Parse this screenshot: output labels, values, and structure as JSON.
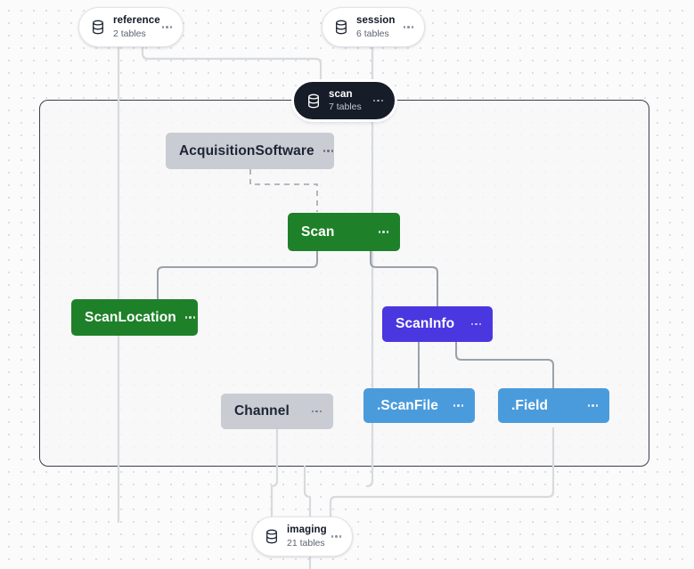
{
  "canvas": {
    "background_color": "#fbfbfb",
    "grid": "dot-grid",
    "group_border_color": "#3a3f4b"
  },
  "palette": {
    "green": "#1e8129",
    "indigo": "#4a37e0",
    "blue": "#4a9bdb",
    "grey": "#c9ccd3",
    "selected_dark": "#161c28",
    "edge": "#9aa1ab",
    "edge_light": "#d7dade"
  },
  "schema_nodes": [
    {
      "id": "reference",
      "name": "reference",
      "tables": "2 tables",
      "icon": "database-icon",
      "menu": "more-options-icon",
      "selected": false
    },
    {
      "id": "session",
      "name": "session",
      "tables": "6 tables",
      "icon": "database-icon",
      "menu": "more-options-icon",
      "selected": false
    },
    {
      "id": "scan",
      "name": "scan",
      "tables": "7 tables",
      "icon": "database-icon",
      "menu": "more-options-icon",
      "selected": true
    },
    {
      "id": "imaging",
      "name": "imaging",
      "tables": "21 tables",
      "icon": "database-icon",
      "menu": "more-options-icon",
      "selected": false
    }
  ],
  "table_nodes": [
    {
      "id": "acquisitionsoftware",
      "label": "AcquisitionSoftware",
      "color": "grey",
      "menu": "more-options-icon"
    },
    {
      "id": "scan",
      "label": "Scan",
      "color": "green",
      "menu": "more-options-icon"
    },
    {
      "id": "scanlocation",
      "label": "ScanLocation",
      "color": "green",
      "menu": "more-options-icon"
    },
    {
      "id": "scaninfo",
      "label": "ScanInfo",
      "color": "indigo",
      "menu": "more-options-icon"
    },
    {
      "id": "channel",
      "label": "Channel",
      "color": "grey",
      "menu": "more-options-icon"
    },
    {
      "id": "scanfile",
      "label": ".ScanFile",
      "color": "blue",
      "menu": "more-options-icon"
    },
    {
      "id": "field",
      "label": ".Field",
      "color": "blue",
      "menu": "more-options-icon"
    }
  ]
}
